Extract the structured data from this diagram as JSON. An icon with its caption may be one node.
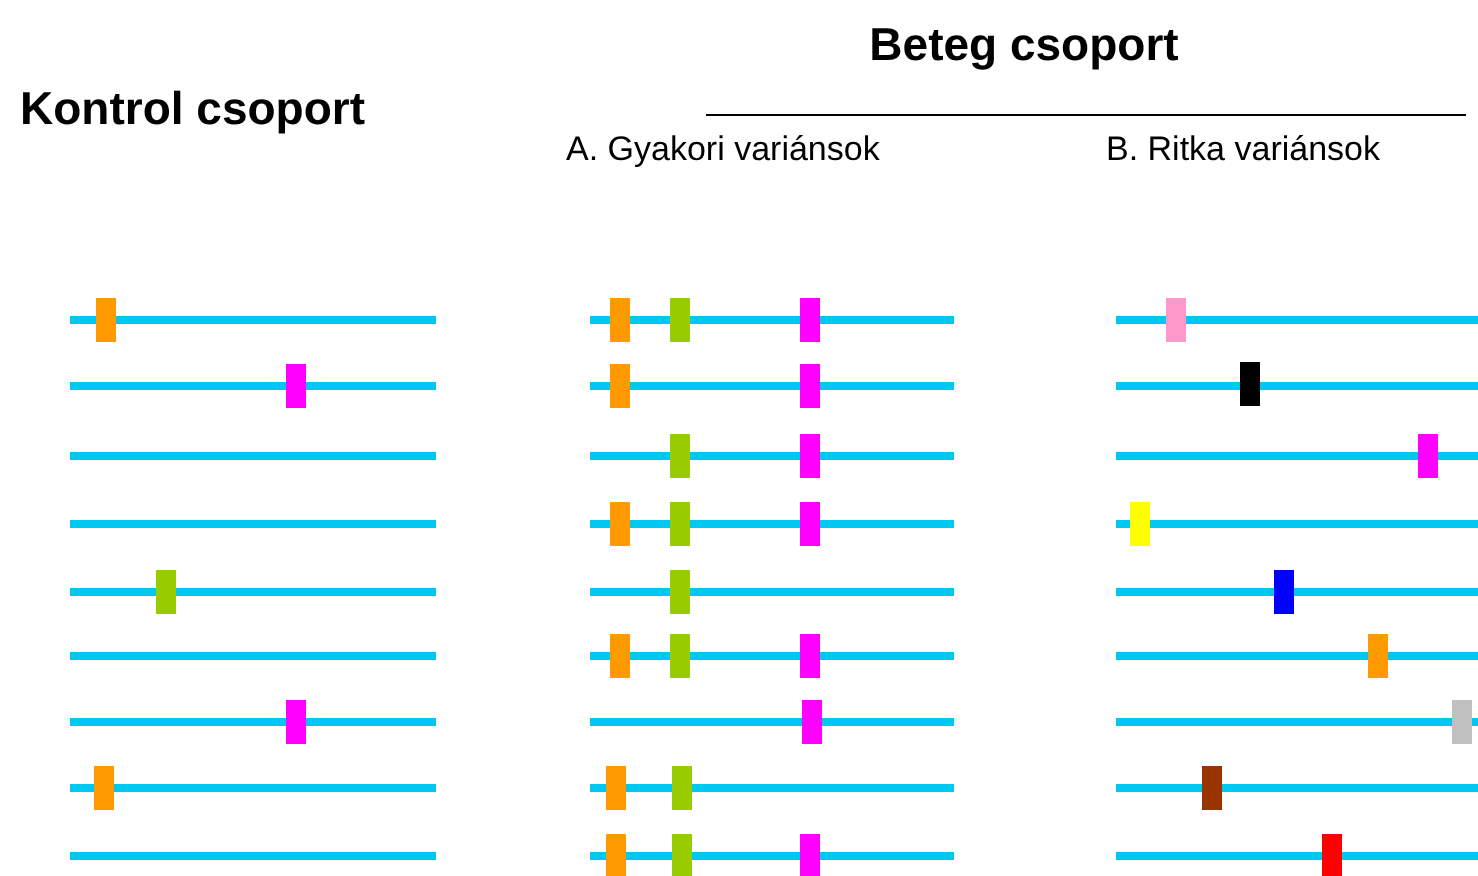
{
  "diagram": {
    "labels": [
      "Kontrol csoport",
      "Beteg csoport",
      "A. Gyakori variánsok",
      "B. Ritka variánsok"
    ]
  }
}
